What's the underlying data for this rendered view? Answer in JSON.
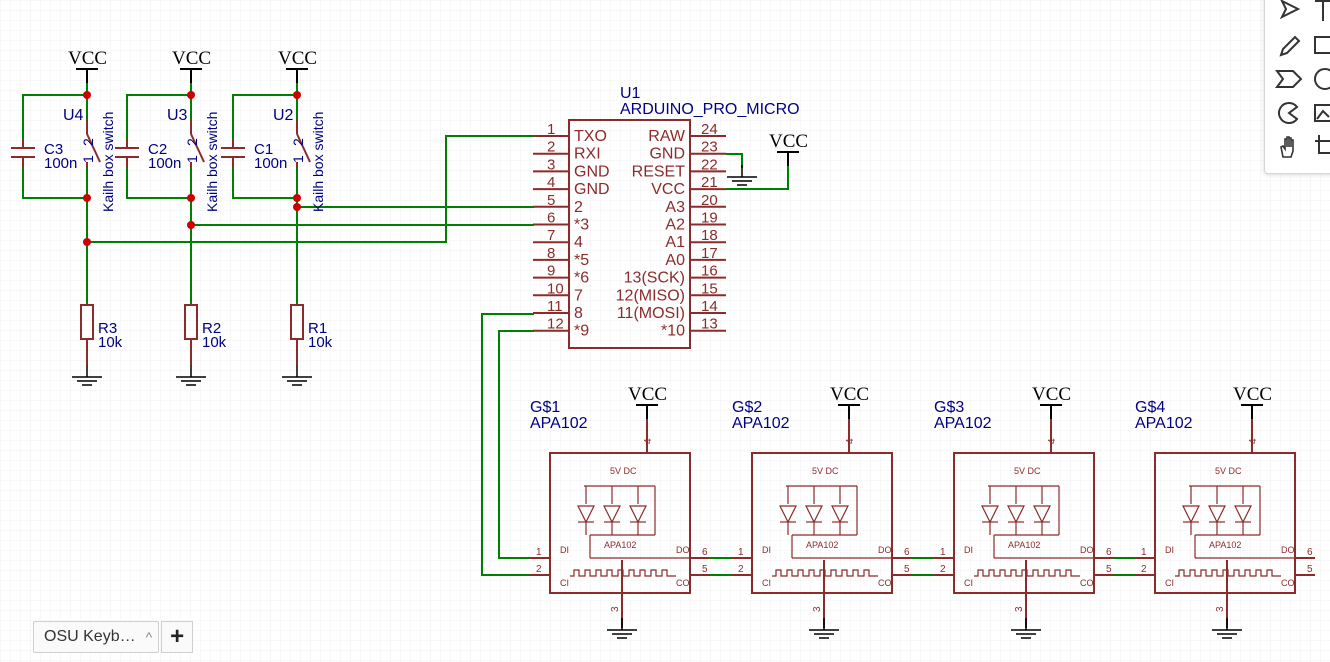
{
  "schematic": {
    "vcc_label": "VCC",
    "switch_label": "Kailh box switch",
    "switches": [
      {
        "ref": "U4",
        "cap": "C3",
        "cap_val": "100n",
        "res": "R3",
        "res_val": "10k"
      },
      {
        "ref": "U3",
        "cap": "C2",
        "cap_val": "100n",
        "res": "R2",
        "res_val": "10k"
      },
      {
        "ref": "U2",
        "cap": "C1",
        "cap_val": "100n",
        "res": "R1",
        "res_val": "10k"
      }
    ],
    "mcu": {
      "ref": "U1",
      "name": "ARDUINO_PRO_MICRO",
      "left_pins": [
        {
          "num": "1",
          "name": "TXO"
        },
        {
          "num": "2",
          "name": "RXI"
        },
        {
          "num": "3",
          "name": "GND"
        },
        {
          "num": "4",
          "name": "GND"
        },
        {
          "num": "5",
          "name": "2"
        },
        {
          "num": "6",
          "name": "*3"
        },
        {
          "num": "7",
          "name": "4"
        },
        {
          "num": "8",
          "name": "*5"
        },
        {
          "num": "9",
          "name": "*6"
        },
        {
          "num": "10",
          "name": "7"
        },
        {
          "num": "11",
          "name": "8"
        },
        {
          "num": "12",
          "name": "*9"
        }
      ],
      "right_pins": [
        {
          "num": "24",
          "name": "RAW"
        },
        {
          "num": "23",
          "name": "GND"
        },
        {
          "num": "22",
          "name": "RESET"
        },
        {
          "num": "21",
          "name": "VCC"
        },
        {
          "num": "20",
          "name": "A3"
        },
        {
          "num": "19",
          "name": "A2"
        },
        {
          "num": "18",
          "name": "A1"
        },
        {
          "num": "17",
          "name": "A0"
        },
        {
          "num": "16",
          "name": "13(SCK)"
        },
        {
          "num": "15",
          "name": "12(MISO)"
        },
        {
          "num": "14",
          "name": "11(MOSI)"
        },
        {
          "num": "13",
          "name": "*10"
        }
      ]
    },
    "leds": [
      {
        "ref": "G$1",
        "name": "APA102"
      },
      {
        "ref": "G$2",
        "name": "APA102"
      },
      {
        "ref": "G$3",
        "name": "APA102"
      },
      {
        "ref": "G$4",
        "name": "APA102"
      }
    ],
    "led_inner": {
      "supply": "5V DC",
      "chip": "APA102",
      "di": "DI",
      "do": "DO",
      "ci": "CI",
      "co": "CO",
      "p1": "1",
      "p2": "2",
      "p3": "3",
      "p4": "4",
      "p5": "5",
      "p6": "6"
    }
  },
  "toolbar": {
    "tools": [
      {
        "icon": "pointer-icon"
      },
      {
        "icon": "text-icon"
      },
      {
        "icon": "pencil-icon"
      },
      {
        "icon": "rectangle-icon"
      },
      {
        "icon": "tag-shape-icon"
      },
      {
        "icon": "circle-icon"
      },
      {
        "icon": "pie-icon"
      },
      {
        "icon": "image-icon"
      },
      {
        "icon": "hand-icon"
      },
      {
        "icon": "crop-icon"
      }
    ]
  },
  "tabs": {
    "active": "OSU Keyb…",
    "add": "+"
  },
  "colors": {
    "wire": "#008000",
    "symbol": "#8b2b2b",
    "label": "#000080",
    "junction": "#cc0000"
  }
}
